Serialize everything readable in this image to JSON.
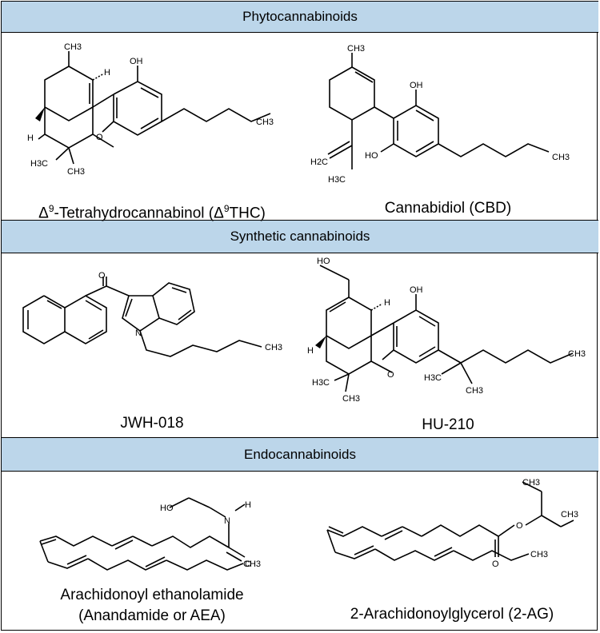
{
  "sections": [
    {
      "title": "Phytocannabinoids"
    },
    {
      "title": "Synthetic cannabinoids"
    },
    {
      "title": "Endocannabinoids"
    }
  ],
  "compounds": {
    "thc": {
      "name_prefix": "Δ",
      "name_sup": "9",
      "name_mid": "-Tetrahydrocannabinol (Δ",
      "name_sup2": "9",
      "name_suffix": "THC)"
    },
    "cbd": {
      "name": "Cannabidiol (CBD)"
    },
    "jwh": {
      "name": "JWH-018"
    },
    "hu": {
      "name": "HU-210"
    },
    "aea": {
      "name_line1": "Arachidonoyl ethanolamide",
      "name_line2": "(Anandamide or AEA)"
    },
    "ag": {
      "name": "2-Arachidonoylglycerol (2-AG)"
    }
  },
  "atom_labels": {
    "ch3": "CH3",
    "h3c": "H3C",
    "h2c": "H2C",
    "oh": "OH",
    "ho": "HO",
    "o": "O",
    "h": "H",
    "n": "N"
  }
}
